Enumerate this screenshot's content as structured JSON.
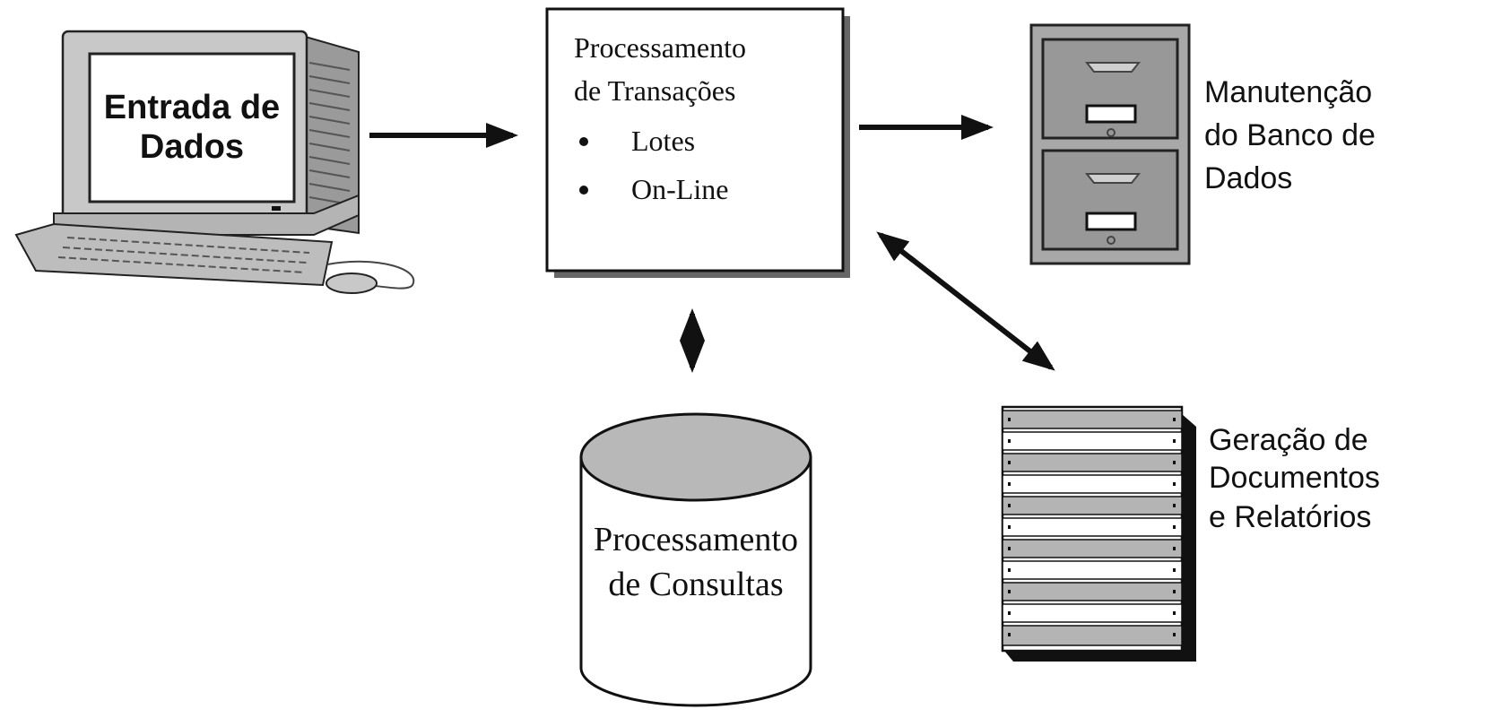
{
  "computer": {
    "screen_label_line1": "Entrada de",
    "screen_label_line2": "Dados"
  },
  "transaction_box": {
    "title_line1": "Processamento",
    "title_line2": "de Transações",
    "bullets": [
      "Lotes",
      "On-Line"
    ]
  },
  "database_maintenance": {
    "label_line1": "Manutenção",
    "label_line2": "do Banco de",
    "label_line3": "Dados"
  },
  "query_processing": {
    "label_line1": "Processamento",
    "label_line2": "de Consultas"
  },
  "reports": {
    "label_line1": "Geração de",
    "label_line2": "Documentos",
    "label_line3": "e Relatórios"
  },
  "colors": {
    "stroke": "#111111",
    "computer_gray": "#c8c8c8",
    "cabinet_gray": "#a8a8a8",
    "report_stripe_gray": "#b4b4b4"
  },
  "icons": [
    "computer-icon",
    "file-cabinet-icon",
    "database-cylinder-icon",
    "report-stack-icon"
  ]
}
